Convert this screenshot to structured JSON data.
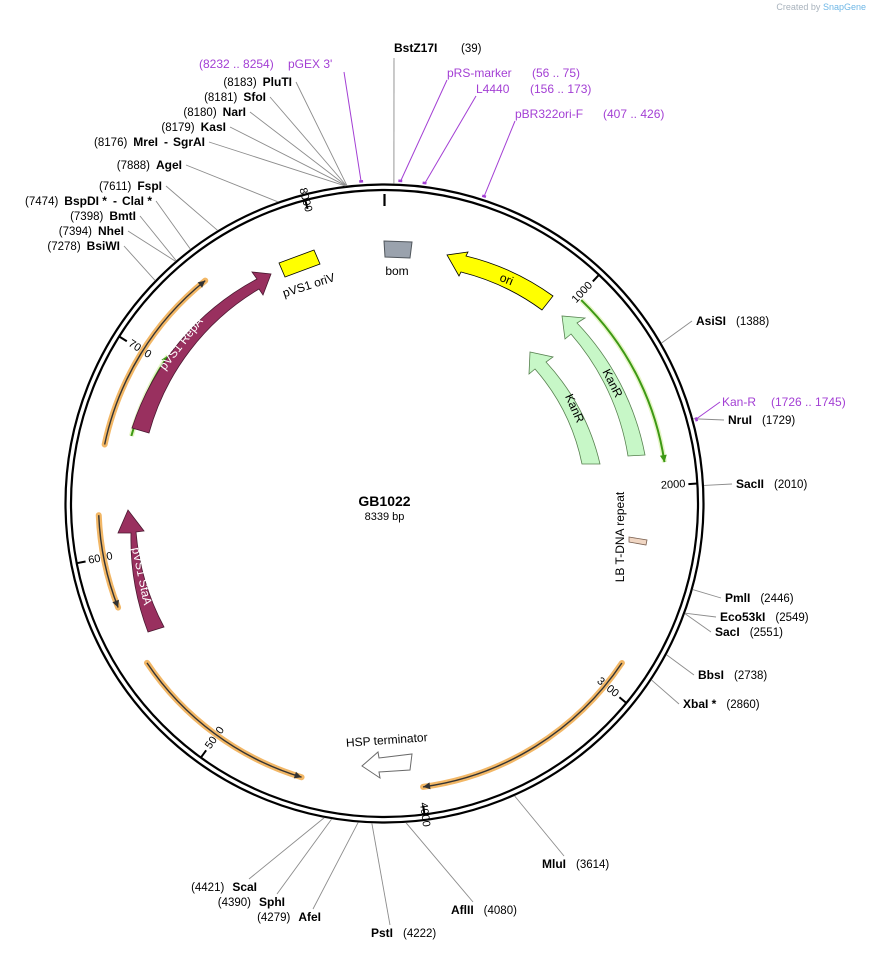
{
  "app": {
    "credit_prefix": "Created by",
    "credit_brand": "SnapGene"
  },
  "plasmid": {
    "name": "GB1022",
    "size_label": "8339 bp",
    "length": 8339
  },
  "colors": {
    "primer": "#a33fd4",
    "ori": "#ffff00",
    "kanr": "#c7f7c7",
    "repa": "#99305f",
    "bom": "#9aa2ad",
    "tdna": "#f0d6c3",
    "orange": "#f2b766",
    "green": "#3d9914"
  },
  "ruler": [
    {
      "bp": 1000,
      "label": "1000"
    },
    {
      "bp": 2000,
      "label": "2000"
    },
    {
      "bp": 3000,
      "label": "3000"
    },
    {
      "bp": 4000,
      "label": "4000"
    },
    {
      "bp": 5000,
      "label": "5000"
    },
    {
      "bp": 6000,
      "label": "6000"
    },
    {
      "bp": 7000,
      "label": "7000"
    },
    {
      "bp": 8000,
      "label": "8000"
    }
  ],
  "enzymes": [
    {
      "name": "BstZ17I",
      "pos": "(39)",
      "bp": 39
    },
    {
      "name": "PluTI",
      "pos": "(8183)",
      "bp": 8183
    },
    {
      "name": "SfoI",
      "pos": "(8181)",
      "bp": 8181
    },
    {
      "name": "NarI",
      "pos": "(8180)",
      "bp": 8180
    },
    {
      "name": "KasI",
      "pos": "(8179)",
      "bp": 8179
    },
    {
      "name": "MreI",
      "name2": "SgrAI",
      "pos": "(8176)",
      "bp": 8176
    },
    {
      "name": "AgeI",
      "pos": "(7888)",
      "bp": 7888
    },
    {
      "name": "FspI",
      "pos": "(7611)",
      "bp": 7611
    },
    {
      "name": "BspDI *",
      "name2": "ClaI *",
      "pos": "(7474)",
      "bp": 7474
    },
    {
      "name": "BmtI",
      "pos": "(7398)",
      "bp": 7398
    },
    {
      "name": "NheI",
      "pos": "(7394)",
      "bp": 7394
    },
    {
      "name": "BsiWI",
      "pos": "(7278)",
      "bp": 7278
    },
    {
      "name": "AsiSI",
      "pos": "(1388)",
      "bp": 1388
    },
    {
      "name": "NruI",
      "pos": "(1729)",
      "bp": 1729
    },
    {
      "name": "SacII",
      "pos": "(2010)",
      "bp": 2010
    },
    {
      "name": "PmlI",
      "pos": "(2446)",
      "bp": 2446
    },
    {
      "name": "Eco53kI",
      "pos": "(2549)",
      "bp": 2549
    },
    {
      "name": "SacI",
      "pos": "(2551)",
      "bp": 2551
    },
    {
      "name": "BbsI",
      "pos": "(2738)",
      "bp": 2738
    },
    {
      "name": "XbaI *",
      "pos": "(2860)",
      "bp": 2860
    },
    {
      "name": "MluI",
      "pos": "(3614)",
      "bp": 3614
    },
    {
      "name": "AflII",
      "pos": "(4080)",
      "bp": 4080
    },
    {
      "name": "PstI",
      "pos": "(4222)",
      "bp": 4222
    },
    {
      "name": "AfeI",
      "pos": "(4279)",
      "bp": 4279
    },
    {
      "name": "SphI",
      "pos": "(4390)",
      "bp": 4390
    },
    {
      "name": "ScaI",
      "pos": "(4421)",
      "bp": 4421
    }
  ],
  "primers": [
    {
      "name": "pGEX 3'",
      "pos": "(8232 .. 8254)",
      "bp": 8243
    },
    {
      "name": "pRS-marker",
      "pos": "(56 .. 75)",
      "bp": 65
    },
    {
      "name": "L4440",
      "pos": "(156 .. 173)",
      "bp": 165
    },
    {
      "name": "pBR322ori-F",
      "pos": "(407 .. 426)",
      "bp": 416
    },
    {
      "name": "Kan-R",
      "pos": "(1726 .. 1745)",
      "bp": 1735
    }
  ],
  "features": [
    {
      "name": "bom"
    },
    {
      "name": "ori"
    },
    {
      "name": "KanR"
    },
    {
      "name": "KanR"
    },
    {
      "name": "LB T-DNA repeat"
    },
    {
      "name": "HSP terminator"
    },
    {
      "name": "pVS1 StaA"
    },
    {
      "name": "pVS1 RepA"
    },
    {
      "name": "pVS1 oriV"
    }
  ]
}
